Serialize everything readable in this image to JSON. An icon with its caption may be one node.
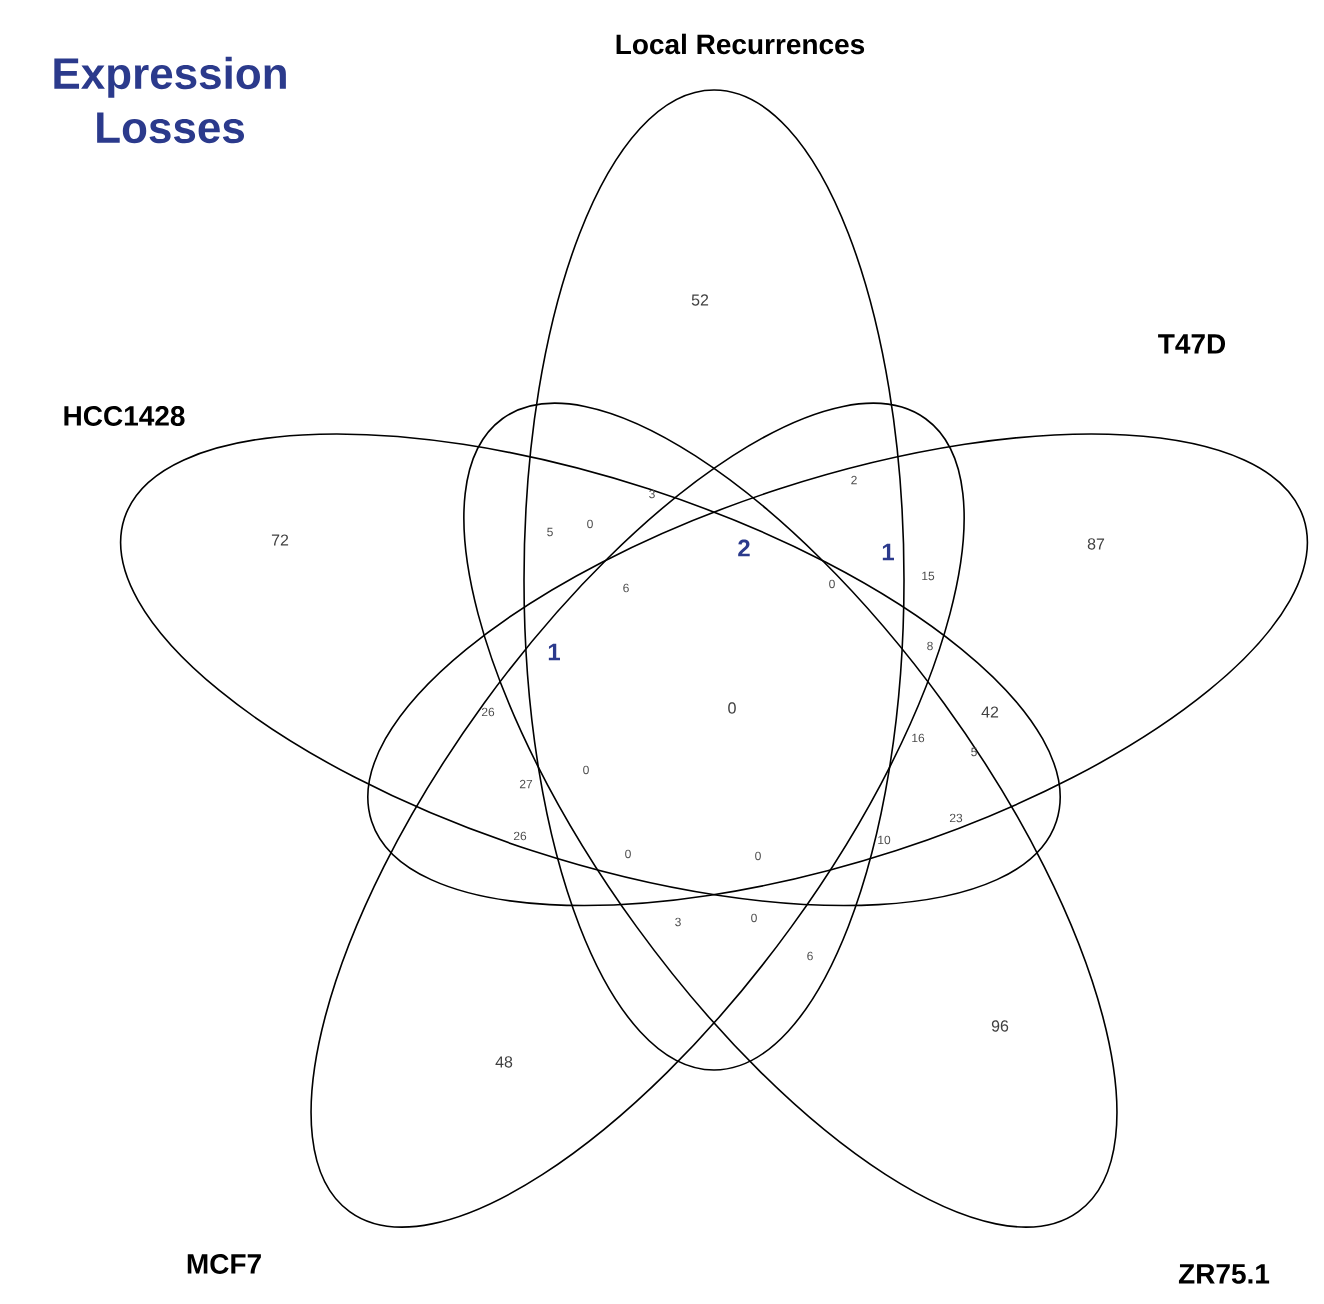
{
  "diagram": {
    "title": "Expression Losses",
    "nodes": [
      {
        "text": [
          "Local Recurrences"
        ]
      },
      {
        "text": [
          "T47D"
        ]
      },
      {
        "text": [
          "HCC1428"
        ]
      },
      {
        "text": [
          "MCF7"
        ]
      },
      {
        "text": [
          "ZR75.1"
        ]
      }
    ],
    "labels": [
      "52",
      "3",
      "2",
      "5",
      "0",
      "2",
      "72",
      "1",
      "87",
      "6",
      "0",
      "15",
      "1",
      "8",
      "26",
      "0",
      "42",
      "16",
      "5",
      "27",
      "0",
      "26",
      "0",
      "0",
      "10",
      "23",
      "3",
      "0",
      "6",
      "48",
      "96"
    ]
  }
}
